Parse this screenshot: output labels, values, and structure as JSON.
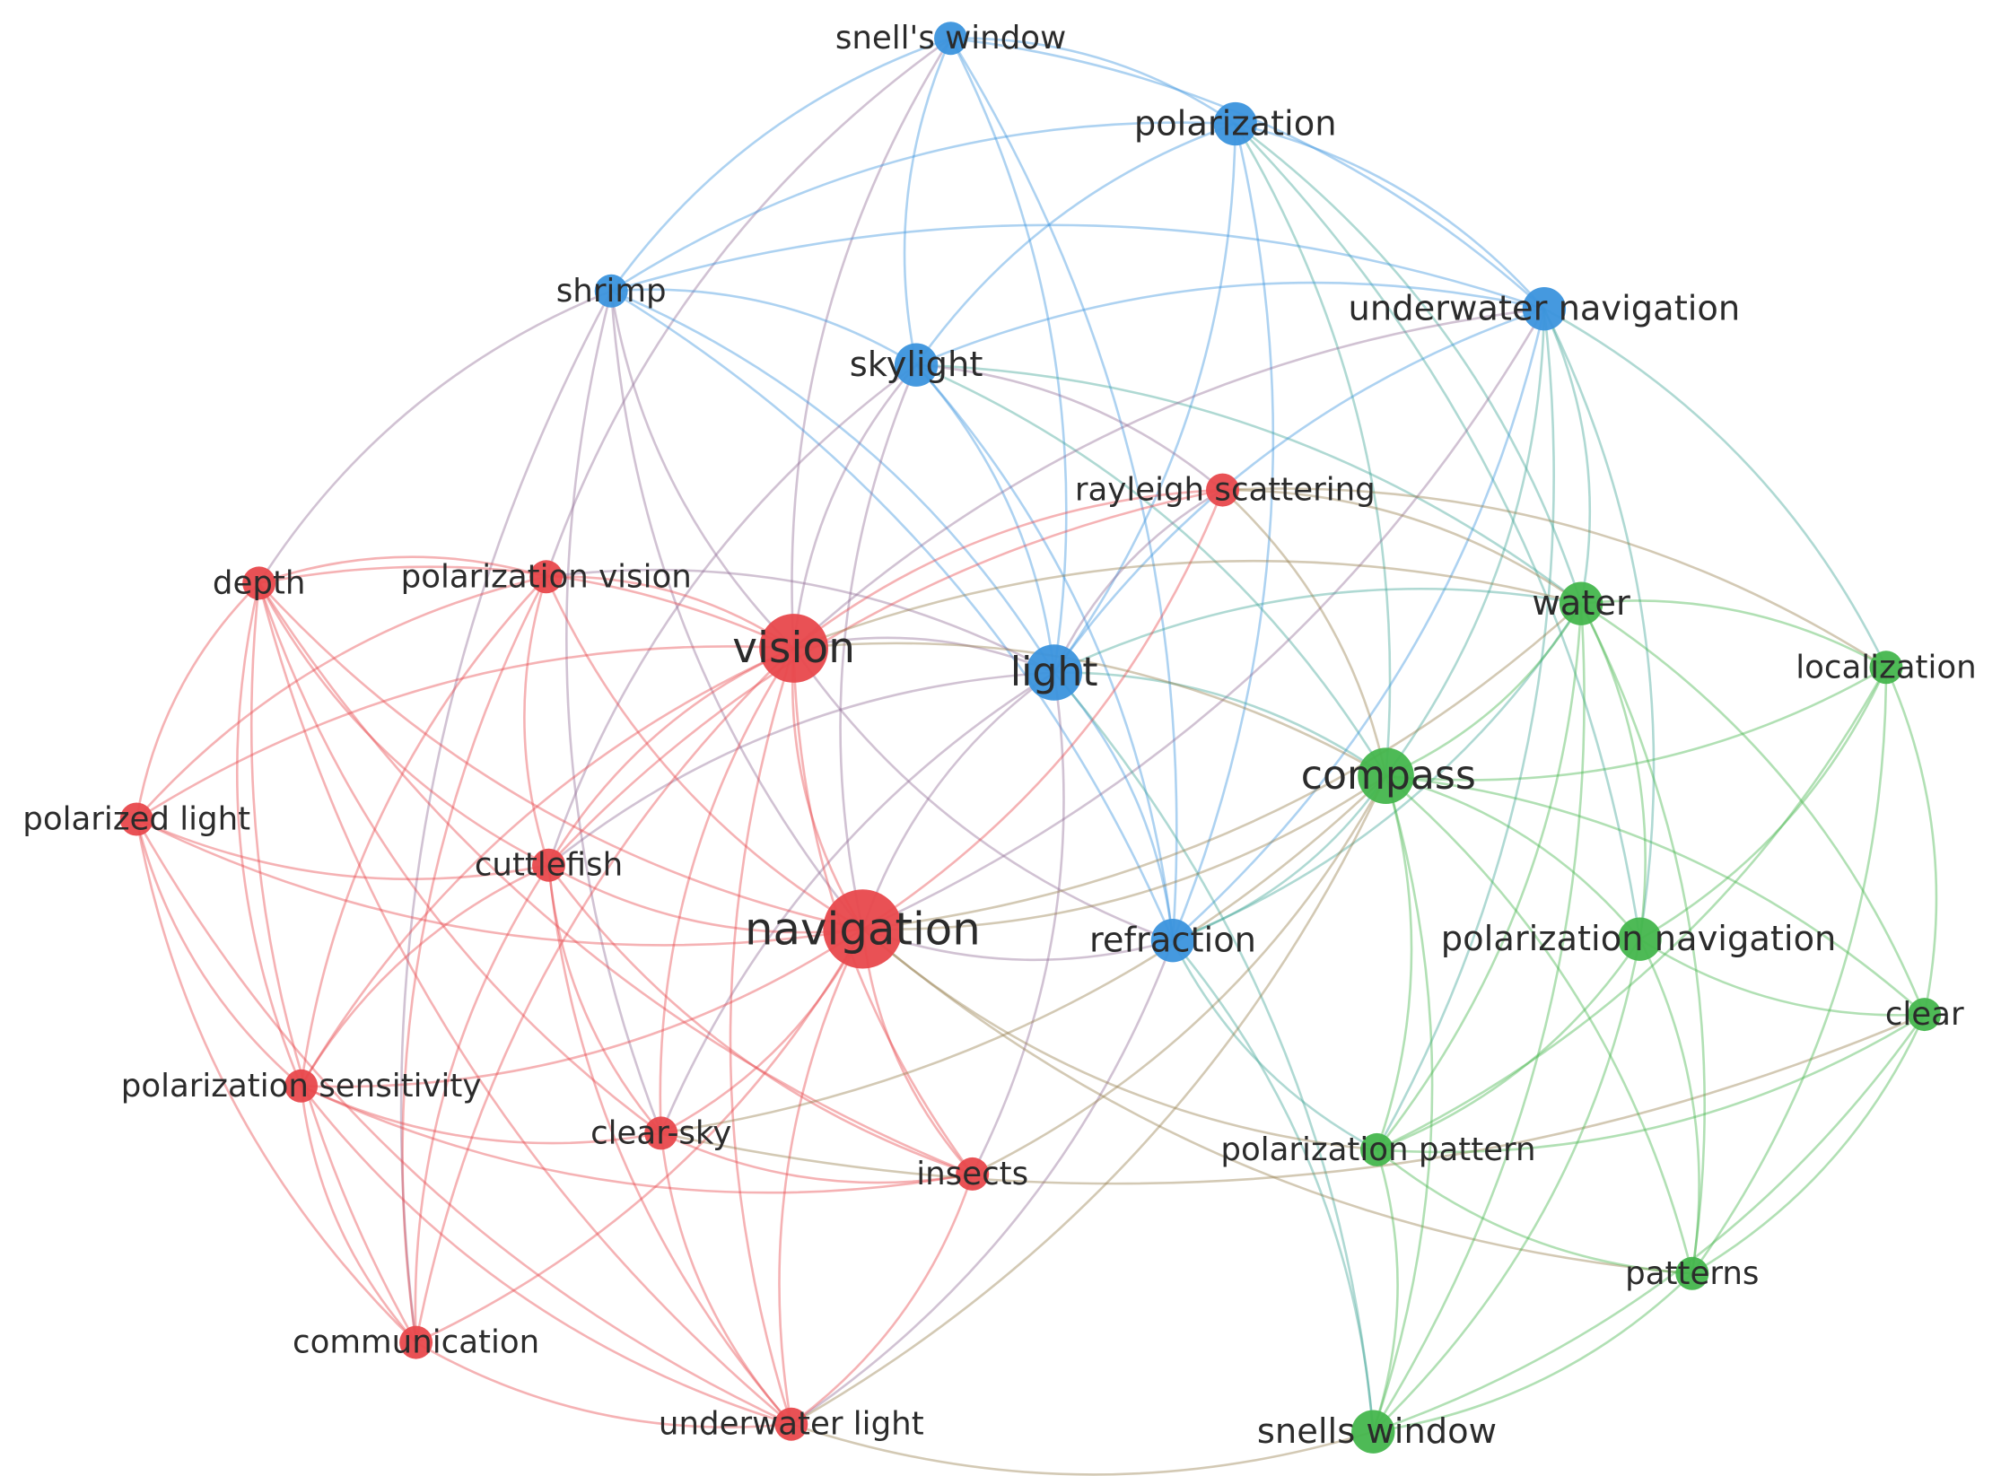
{
  "colors": {
    "red_cluster": "#e8484c",
    "blue_cluster": "#3b93dd",
    "green_cluster": "#45b64d",
    "label": "#2b2b2b"
  },
  "nodes": [
    {
      "id": "snells-window-apostrophe",
      "label": "snell's window",
      "cluster": "blue",
      "weight": 1
    },
    {
      "id": "polarization",
      "label": "polarization",
      "cluster": "blue",
      "weight": 2
    },
    {
      "id": "shrimp",
      "label": "shrimp",
      "cluster": "blue",
      "weight": 1
    },
    {
      "id": "skylight",
      "label": "skylight",
      "cluster": "blue",
      "weight": 2
    },
    {
      "id": "underwater-navigation",
      "label": "underwater navigation",
      "cluster": "blue",
      "weight": 2
    },
    {
      "id": "light",
      "label": "light",
      "cluster": "blue",
      "weight": 4
    },
    {
      "id": "refraction",
      "label": "refraction",
      "cluster": "blue",
      "weight": 2
    },
    {
      "id": "rayleigh-scattering",
      "label": "rayleigh scattering",
      "cluster": "red",
      "weight": 1
    },
    {
      "id": "depth",
      "label": "depth",
      "cluster": "red",
      "weight": 1
    },
    {
      "id": "polarization-vision",
      "label": "polarization vision",
      "cluster": "red",
      "weight": 1
    },
    {
      "id": "vision",
      "label": "vision",
      "cluster": "red",
      "weight": 5
    },
    {
      "id": "polarized-light",
      "label": "polarized light",
      "cluster": "red",
      "weight": 1
    },
    {
      "id": "cuttlefish",
      "label": "cuttlefish",
      "cluster": "red",
      "weight": 1
    },
    {
      "id": "navigation",
      "label": "navigation",
      "cluster": "red",
      "weight": 6
    },
    {
      "id": "polarization-sensitivity",
      "label": "polarization sensitivity",
      "cluster": "red",
      "weight": 1
    },
    {
      "id": "clear-sky",
      "label": "clear-sky",
      "cluster": "red",
      "weight": 1
    },
    {
      "id": "insects",
      "label": "insects",
      "cluster": "red",
      "weight": 1
    },
    {
      "id": "communication",
      "label": "communication",
      "cluster": "red",
      "weight": 1
    },
    {
      "id": "underwater-light",
      "label": "underwater light",
      "cluster": "red",
      "weight": 1
    },
    {
      "id": "water",
      "label": "water",
      "cluster": "green",
      "weight": 2
    },
    {
      "id": "localization",
      "label": "localization",
      "cluster": "green",
      "weight": 1
    },
    {
      "id": "compass",
      "label": "compass",
      "cluster": "green",
      "weight": 4
    },
    {
      "id": "polarization-navigation",
      "label": "polarization navigation",
      "cluster": "green",
      "weight": 2
    },
    {
      "id": "clear",
      "label": "clear",
      "cluster": "green",
      "weight": 1
    },
    {
      "id": "polarization-pattern",
      "label": "polarization pattern",
      "cluster": "green",
      "weight": 1
    },
    {
      "id": "patterns",
      "label": "patterns",
      "cluster": "green",
      "weight": 1
    },
    {
      "id": "snells-window",
      "label": "snells window",
      "cluster": "green",
      "weight": 2
    }
  ],
  "edges": [
    [
      "snells-window-apostrophe",
      "polarization"
    ],
    [
      "snells-window-apostrophe",
      "shrimp"
    ],
    [
      "snells-window-apostrophe",
      "skylight"
    ],
    [
      "snells-window-apostrophe",
      "light"
    ],
    [
      "snells-window-apostrophe",
      "underwater-navigation"
    ],
    [
      "snells-window-apostrophe",
      "vision"
    ],
    [
      "snells-window-apostrophe",
      "refraction"
    ],
    [
      "snells-window-apostrophe",
      "polarization-vision"
    ],
    [
      "polarization",
      "skylight"
    ],
    [
      "polarization",
      "underwater-navigation"
    ],
    [
      "polarization",
      "light"
    ],
    [
      "polarization",
      "compass"
    ],
    [
      "polarization",
      "refraction"
    ],
    [
      "polarization",
      "water"
    ],
    [
      "polarization",
      "shrimp"
    ],
    [
      "polarization",
      "polarization-navigation"
    ],
    [
      "shrimp",
      "skylight"
    ],
    [
      "shrimp",
      "light"
    ],
    [
      "shrimp",
      "vision"
    ],
    [
      "shrimp",
      "refraction"
    ],
    [
      "shrimp",
      "navigation"
    ],
    [
      "shrimp",
      "depth"
    ],
    [
      "shrimp",
      "clear-sky"
    ],
    [
      "shrimp",
      "communication"
    ],
    [
      "shrimp",
      "underwater-navigation"
    ],
    [
      "skylight",
      "light"
    ],
    [
      "skylight",
      "vision"
    ],
    [
      "skylight",
      "navigation"
    ],
    [
      "skylight",
      "refraction"
    ],
    [
      "skylight",
      "compass"
    ],
    [
      "skylight",
      "underwater-navigation"
    ],
    [
      "skylight",
      "water"
    ],
    [
      "skylight",
      "cuttlefish"
    ],
    [
      "skylight",
      "rayleigh-scattering"
    ],
    [
      "underwater-navigation",
      "light"
    ],
    [
      "underwater-navigation",
      "compass"
    ],
    [
      "underwater-navigation",
      "water"
    ],
    [
      "underwater-navigation",
      "navigation"
    ],
    [
      "underwater-navigation",
      "vision"
    ],
    [
      "underwater-navigation",
      "refraction"
    ],
    [
      "underwater-navigation",
      "polarization-navigation"
    ],
    [
      "underwater-navigation",
      "localization"
    ],
    [
      "underwater-navigation",
      "polarization-pattern"
    ],
    [
      "light",
      "vision"
    ],
    [
      "light",
      "navigation"
    ],
    [
      "light",
      "refraction"
    ],
    [
      "light",
      "compass"
    ],
    [
      "light",
      "water"
    ],
    [
      "light",
      "rayleigh-scattering"
    ],
    [
      "light",
      "insects"
    ],
    [
      "light",
      "polarization-vision"
    ],
    [
      "light",
      "snells-window"
    ],
    [
      "light",
      "cuttlefish"
    ],
    [
      "light",
      "clear-sky"
    ],
    [
      "refraction",
      "navigation"
    ],
    [
      "refraction",
      "compass"
    ],
    [
      "refraction",
      "vision"
    ],
    [
      "refraction",
      "snells-window"
    ],
    [
      "refraction",
      "water"
    ],
    [
      "refraction",
      "polarization-pattern"
    ],
    [
      "refraction",
      "underwater-light"
    ],
    [
      "rayleigh-scattering",
      "vision"
    ],
    [
      "rayleigh-scattering",
      "navigation"
    ],
    [
      "rayleigh-scattering",
      "water"
    ],
    [
      "rayleigh-scattering",
      "compass"
    ],
    [
      "rayleigh-scattering",
      "cuttlefish"
    ],
    [
      "rayleigh-scattering",
      "localization"
    ],
    [
      "depth",
      "polarization-vision"
    ],
    [
      "depth",
      "vision"
    ],
    [
      "depth",
      "navigation"
    ],
    [
      "depth",
      "polarized-light"
    ],
    [
      "depth",
      "cuttlefish"
    ],
    [
      "depth",
      "polarization-sensitivity"
    ],
    [
      "depth",
      "communication"
    ],
    [
      "depth",
      "clear-sky"
    ],
    [
      "depth",
      "insects"
    ],
    [
      "depth",
      "underwater-light"
    ],
    [
      "polarization-vision",
      "vision"
    ],
    [
      "polarization-vision",
      "navigation"
    ],
    [
      "polarization-vision",
      "cuttlefish"
    ],
    [
      "polarization-vision",
      "polarized-light"
    ],
    [
      "polarization-vision",
      "polarization-sensitivity"
    ],
    [
      "polarization-vision",
      "communication"
    ],
    [
      "vision",
      "navigation"
    ],
    [
      "vision",
      "cuttlefish"
    ],
    [
      "vision",
      "polarized-light"
    ],
    [
      "vision",
      "polarization-sensitivity"
    ],
    [
      "vision",
      "clear-sky"
    ],
    [
      "vision",
      "insects"
    ],
    [
      "vision",
      "communication"
    ],
    [
      "vision",
      "underwater-light"
    ],
    [
      "vision",
      "compass"
    ],
    [
      "vision",
      "water"
    ],
    [
      "polarized-light",
      "cuttlefish"
    ],
    [
      "polarized-light",
      "navigation"
    ],
    [
      "polarized-light",
      "polarization-sensitivity"
    ],
    [
      "polarized-light",
      "communication"
    ],
    [
      "polarized-light",
      "underwater-light"
    ],
    [
      "cuttlefish",
      "navigation"
    ],
    [
      "cuttlefish",
      "polarization-sensitivity"
    ],
    [
      "cuttlefish",
      "communication"
    ],
    [
      "cuttlefish",
      "clear-sky"
    ],
    [
      "cuttlefish",
      "insects"
    ],
    [
      "cuttlefish",
      "underwater-light"
    ],
    [
      "navigation",
      "polarization-sensitivity"
    ],
    [
      "navigation",
      "clear-sky"
    ],
    [
      "navigation",
      "insects"
    ],
    [
      "navigation",
      "communication"
    ],
    [
      "navigation",
      "underwater-light"
    ],
    [
      "navigation",
      "compass"
    ],
    [
      "navigation",
      "water"
    ],
    [
      "navigation",
      "polarization-pattern"
    ],
    [
      "navigation",
      "patterns"
    ],
    [
      "polarization-sensitivity",
      "clear-sky"
    ],
    [
      "polarization-sensitivity",
      "insects"
    ],
    [
      "polarization-sensitivity",
      "communication"
    ],
    [
      "polarization-sensitivity",
      "underwater-light"
    ],
    [
      "clear-sky",
      "insects"
    ],
    [
      "clear-sky",
      "underwater-light"
    ],
    [
      "clear-sky",
      "clear"
    ],
    [
      "clear-sky",
      "compass"
    ],
    [
      "insects",
      "compass"
    ],
    [
      "insects",
      "underwater-light"
    ],
    [
      "communication",
      "underwater-light"
    ],
    [
      "underwater-light",
      "snells-window"
    ],
    [
      "underwater-light",
      "compass"
    ],
    [
      "water",
      "compass"
    ],
    [
      "water",
      "localization"
    ],
    [
      "water",
      "polarization-navigation"
    ],
    [
      "water",
      "clear"
    ],
    [
      "water",
      "polarization-pattern"
    ],
    [
      "water",
      "patterns"
    ],
    [
      "water",
      "snells-window"
    ],
    [
      "localization",
      "compass"
    ],
    [
      "localization",
      "clear"
    ],
    [
      "localization",
      "polarization-navigation"
    ],
    [
      "localization",
      "patterns"
    ],
    [
      "localization",
      "polarization-pattern"
    ],
    [
      "compass",
      "polarization-navigation"
    ],
    [
      "compass",
      "clear"
    ],
    [
      "compass",
      "polarization-pattern"
    ],
    [
      "compass",
      "patterns"
    ],
    [
      "compass",
      "snells-window"
    ],
    [
      "polarization-navigation",
      "clear"
    ],
    [
      "polarization-navigation",
      "polarization-pattern"
    ],
    [
      "polarization-navigation",
      "patterns"
    ],
    [
      "polarization-navigation",
      "snells-window"
    ],
    [
      "clear",
      "patterns"
    ],
    [
      "clear",
      "snells-window"
    ],
    [
      "clear",
      "polarization-pattern"
    ],
    [
      "polarization-pattern",
      "snells-window"
    ],
    [
      "polarization-pattern",
      "patterns"
    ],
    [
      "patterns",
      "snells-window"
    ]
  ]
}
